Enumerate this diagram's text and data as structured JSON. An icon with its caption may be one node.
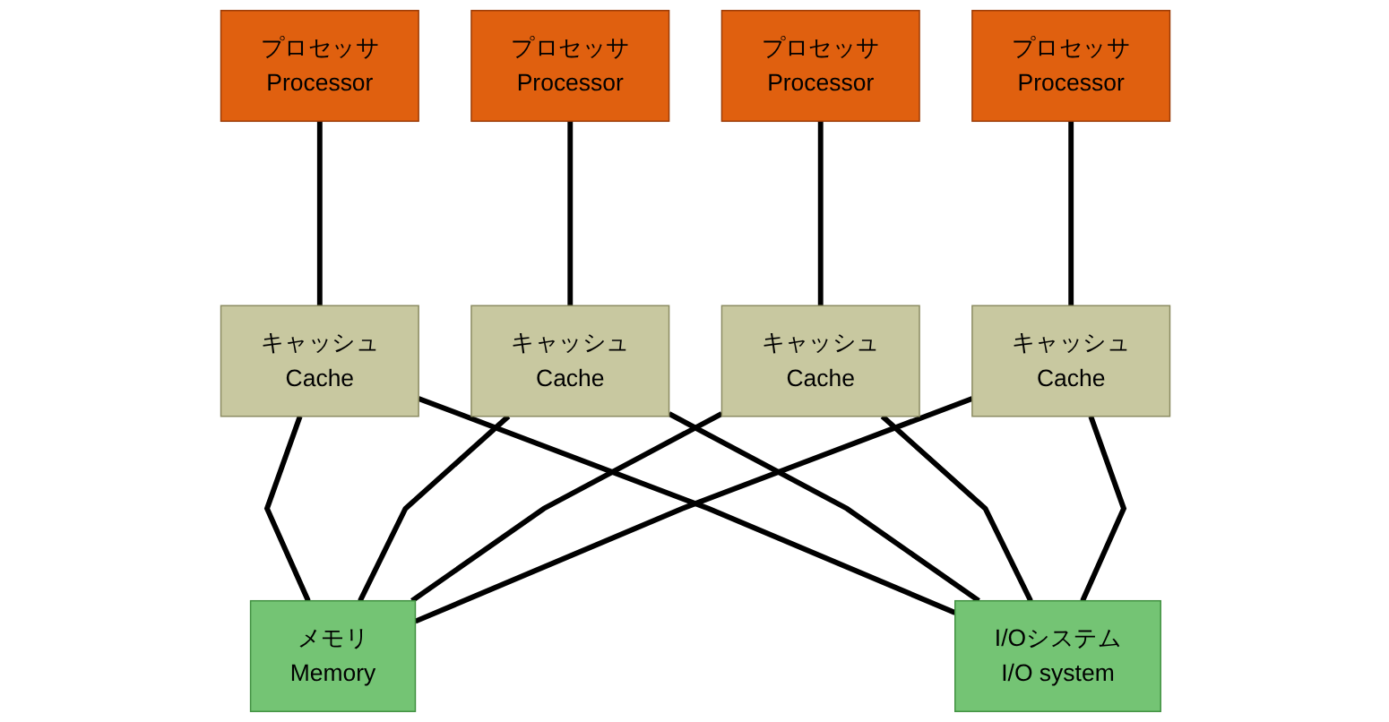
{
  "diagram": {
    "nodes": [
      {
        "text": [
          "プロセッサ",
          "Processor"
        ]
      },
      {
        "text": [
          "プロセッサ",
          "Processor"
        ]
      },
      {
        "text": [
          "プロセッサ",
          "Processor"
        ]
      },
      {
        "text": [
          "プロセッサ",
          "Processor"
        ]
      },
      {
        "text": [
          "キャッシュ",
          "Cache"
        ]
      },
      {
        "text": [
          "キャッシュ",
          "Cache"
        ]
      },
      {
        "text": [
          "キャッシュ",
          "Cache"
        ]
      },
      {
        "text": [
          "キャッシュ",
          "Cache"
        ]
      },
      {
        "text": [
          "メモリ",
          "Memory"
        ]
      },
      {
        "text": [
          "I/Oシステム",
          "I/O system"
        ]
      }
    ],
    "edges": [
      {
        "from": 0,
        "to": 4,
        "arrow": "none"
      },
      {
        "from": 1,
        "to": 5,
        "arrow": "none"
      },
      {
        "from": 2,
        "to": 6,
        "arrow": "none"
      },
      {
        "from": 3,
        "to": 7,
        "arrow": "none"
      },
      {
        "from": 4,
        "to": 8,
        "arrow": "none"
      },
      {
        "from": 5,
        "to": 8,
        "arrow": "none"
      },
      {
        "from": 6,
        "to": 8,
        "arrow": "none"
      },
      {
        "from": 7,
        "to": 8,
        "arrow": "none"
      },
      {
        "from": 4,
        "to": 9,
        "arrow": "none"
      },
      {
        "from": 5,
        "to": 9,
        "arrow": "none"
      },
      {
        "from": 6,
        "to": 9,
        "arrow": "none"
      },
      {
        "from": 7,
        "to": 9,
        "arrow": "none"
      }
    ]
  }
}
